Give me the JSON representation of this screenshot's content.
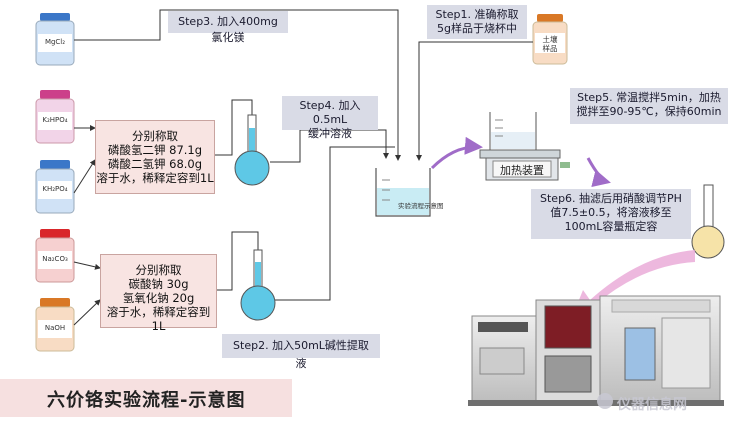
{
  "reagents": [
    {
      "label": "MgCl₂",
      "cap": "#3b77c8",
      "body": "#d0e2f6"
    },
    {
      "label": "K₂HPO₄",
      "cap": "#cc3f8a",
      "body": "#f2d4e8"
    },
    {
      "label": "KH₂PO₄",
      "cap": "#3b77c8",
      "body": "#d0e2f6"
    },
    {
      "label": "Na₂CO₃",
      "cap": "#d9262a",
      "body": "#f6d0d0"
    },
    {
      "label": "NaOH",
      "cap": "#d97826",
      "body": "#f8dcc4"
    }
  ],
  "soil_sample": {
    "label_line1": "土壤",
    "label_line2": "样品"
  },
  "steps": {
    "step1_line1": "Step1. 准确称取",
    "step1_line2": "5g样品于烧杯中",
    "step2": "Step2.  加入50mL碱性提取液",
    "step3": "Step3. 加入400mg氯化镁",
    "step4_line1": "Step4. 加入0.5mL",
    "step4_line2": "缓冲溶液",
    "step5_line1": "Step5. 常温搅拌5min，加热",
    "step5_line2": "搅拌至90-95℃，保持60min",
    "step6_line1": "Step6. 抽滤后用硝酸调节PH",
    "step6_line2": "值7.5±0.5，将溶液移至",
    "step6_line3": "100mL容量瓶定容"
  },
  "buffer_box": {
    "line1": "分别称取",
    "line2": "磷酸氢二钾  87.1g",
    "line3": "磷酸二氢钾  68.0g",
    "line4": "溶于水，稀释定容到1L"
  },
  "alkaline_box": {
    "line1": "分别称取",
    "line2": "碳酸钠  30g",
    "line3": "氢氧化钠  20g",
    "line4": "溶于水，稀释定容到1L"
  },
  "beaker_label": "实验流程示意图",
  "heater_label": "加热装置",
  "title": "六价铬实验流程-示意图",
  "watermark": "仪器信息网",
  "colors": {
    "step_bg": "#d9dbe6",
    "pink_box": "#f8e4e2",
    "flask": "#5ec8e6",
    "arrow": "#a06cc8",
    "big_arrow": "#e9a6d6"
  }
}
